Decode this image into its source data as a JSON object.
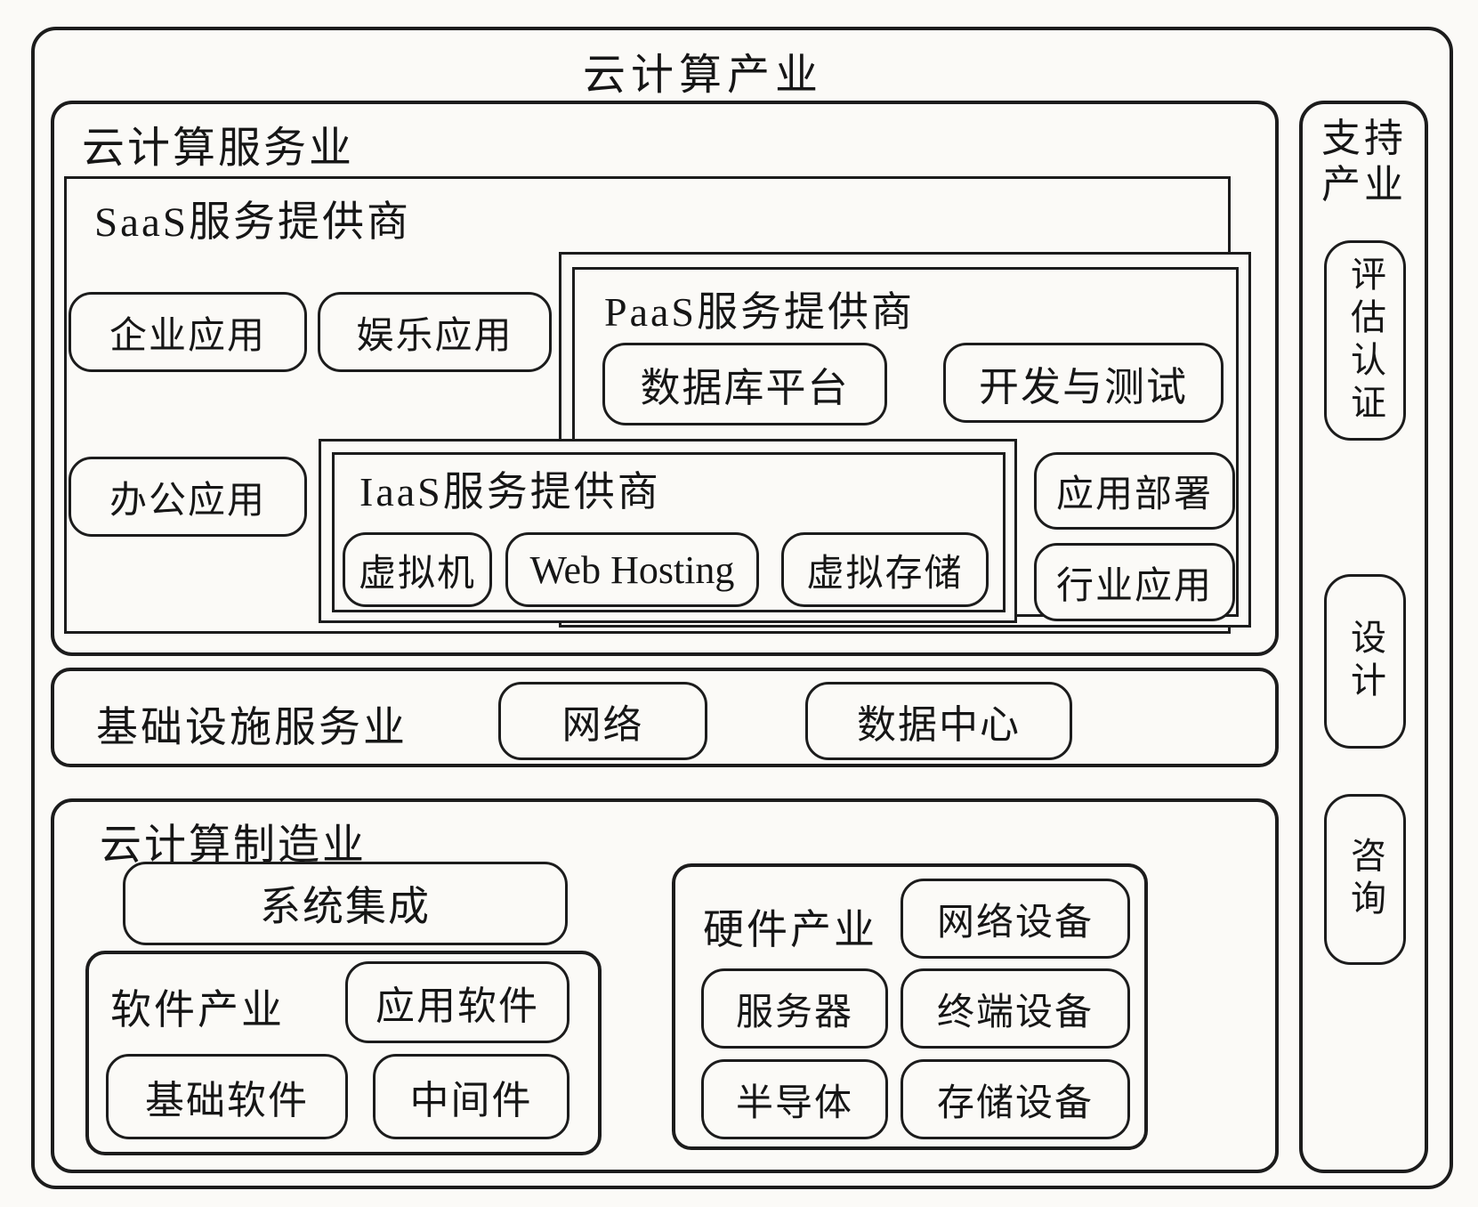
{
  "diagram": {
    "title": "云计算产业",
    "colors": {
      "line": "#1c1c1c",
      "background": "#fbfaf7"
    },
    "services": {
      "label": "云计算服务业",
      "saas": {
        "label": "SaaS服务提供商",
        "chips": {
          "enterprise": "企业应用",
          "entertainment": "娱乐应用",
          "office": "办公应用"
        }
      },
      "paas": {
        "label": "PaaS服务提供商",
        "chips": {
          "database": "数据库平台",
          "devtest": "开发与测试",
          "deploy": "应用部署",
          "industry": "行业应用"
        }
      },
      "iaas": {
        "label": "IaaS服务提供商",
        "chips": {
          "vm": "虚拟机",
          "web_hosting": "Web Hosting",
          "virtual_storage": "虚拟存储"
        }
      }
    },
    "infrastructure": {
      "label": "基础设施服务业",
      "chips": {
        "network": "网络",
        "datacenter": "数据中心"
      }
    },
    "manufacturing": {
      "label": "云计算制造业",
      "system_integration": "系统集成",
      "software": {
        "label": "软件产业",
        "chips": {
          "application_software": "应用软件",
          "basic_software": "基础软件",
          "middleware": "中间件"
        }
      },
      "hardware": {
        "label": "硬件产业",
        "chips": {
          "network_equipment": "网络设备",
          "server": "服务器",
          "terminal_equipment": "终端设备",
          "semiconductor": "半导体",
          "storage_equipment": "存储设备"
        }
      }
    },
    "support": {
      "label": "支持产业",
      "chips": {
        "assessment_certification": "评估认证",
        "design": "设计",
        "consulting": "咨询"
      }
    }
  }
}
